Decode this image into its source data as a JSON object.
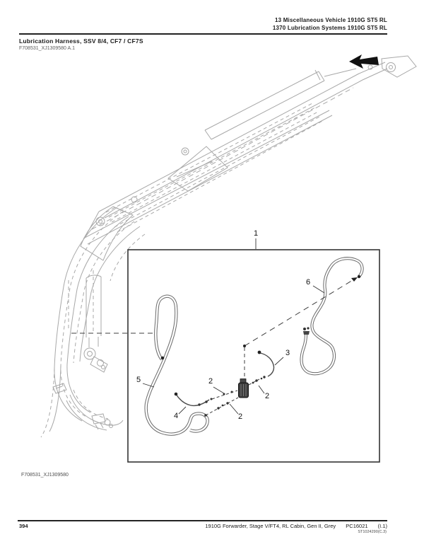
{
  "header": {
    "line1": "13 Miscellaneous Vehicle 1910G ST5 RL",
    "line2": "1370 Lubrication Systems 1910G ST5 RL"
  },
  "title": "Lubrication Harness, SSV 8/4, CF7 / CF7S",
  "figure_ref": "F708531_XJ1309580 A.1",
  "figure_caption": "F708531_XJ1309580",
  "callouts": {
    "c1": "1",
    "c2a": "2",
    "c2b": "2",
    "c2c": "2",
    "c3": "3",
    "c4": "4",
    "c5": "5",
    "c6": "6"
  },
  "footer": {
    "page_number": "394",
    "model_info": "1910G Forwarder, Stage V/FT4, RL Cabin, Gen II, Grey",
    "part_code": "PC16021",
    "revision": "(I.1)",
    "doc_code": "ST1024290(C.3)"
  },
  "icons": {
    "direction_arrow": "solid left-pointing arrow"
  },
  "colors": {
    "ink": "#1a1a1a",
    "light_line": "#a8a8a8",
    "rule": "#222222"
  }
}
